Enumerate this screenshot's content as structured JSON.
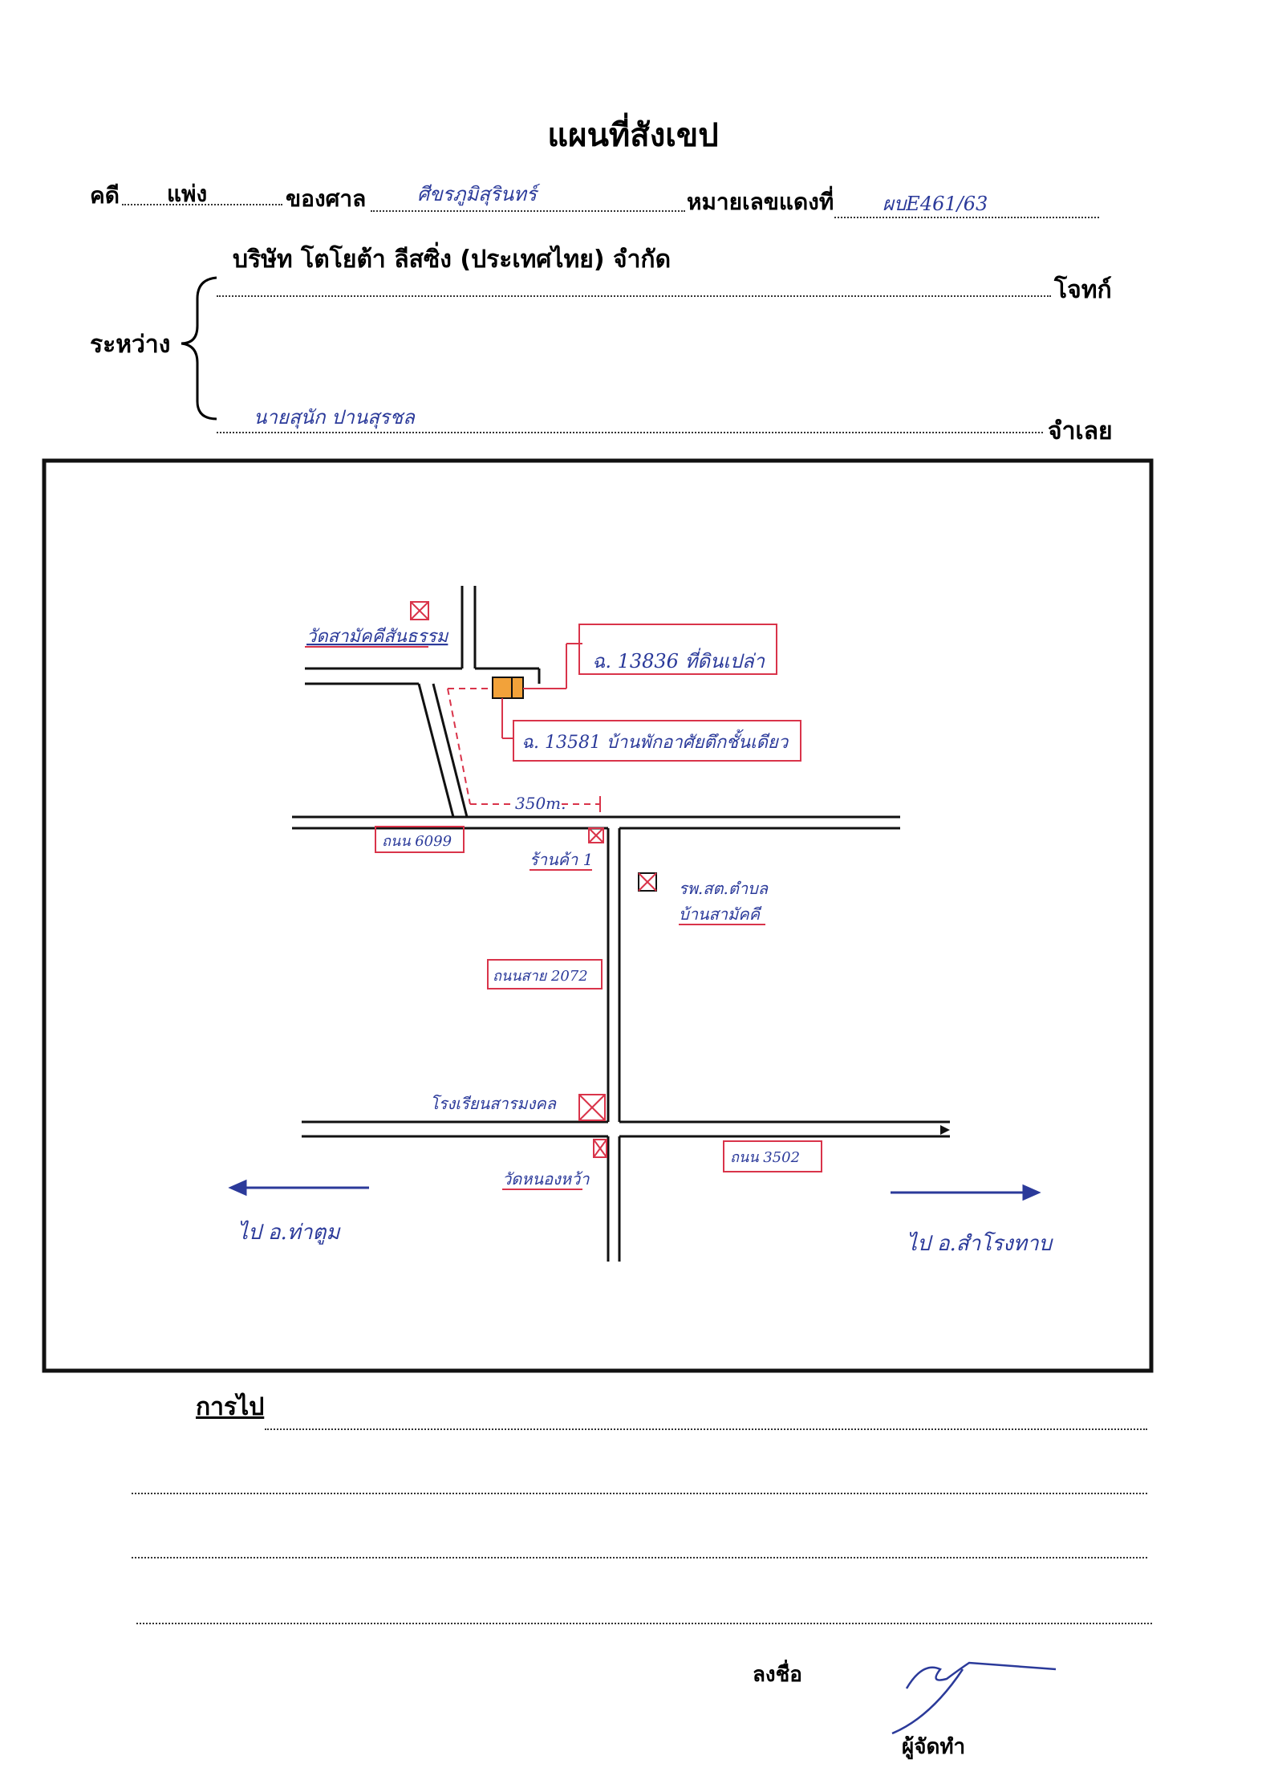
{
  "header": {
    "title": "แผนที่สังเขป",
    "case_label": "คดี",
    "case_type": "แพ่ง",
    "court_label": "ของศาล",
    "court_value": "ศีขรภูมิสุรินทร์",
    "red_no_label": "หมายเลขแดงที่",
    "red_no_value": "ผบE461/63"
  },
  "parties": {
    "between_label": "ระหว่าง",
    "plaintiff_name": "บริษัท โตโยต้า ลีสซิ่ง (ประเทศไทย) จำกัด",
    "plaintiff_role": "โจทก์",
    "defendant_name": "นายสุนัก ปานสุรชล",
    "defendant_role": "จำเลย"
  },
  "map": {
    "temple_top_left": "วัดสามัคคีสันธรรม",
    "land_plot_1": "ฉ. 13836 ที่ดินเปล่า",
    "land_plot_2": "ฉ. 13581 บ้านพักอาศัยตึกชั้นเดียว",
    "distance": "350m.",
    "road_main_left": "ถนน 6099",
    "shop": "ร้านค้า 1",
    "health_center_line1": "รพ.สต.ตำบล",
    "health_center_line2": "บ้านสามัคคี",
    "road_vertical": "ถนนสาย 2072",
    "school": "โรงเรียนสารมงคล",
    "temple_bottom": "วัดหนองหว้า",
    "road_bottom_right": "ถนน 3502",
    "to_left": "ไป อ.ท่าตูม",
    "to_right": "ไป อ.สำโรงทาบ"
  },
  "directions": {
    "label": "การไป"
  },
  "signature": {
    "sign_label": "ลงชื่อ",
    "maker_label": "ผู้จัดทำ"
  },
  "colors": {
    "ink_blue": "#2b3a9a",
    "box_red": "#d9344a",
    "plot_orange": "#f2a23a"
  }
}
